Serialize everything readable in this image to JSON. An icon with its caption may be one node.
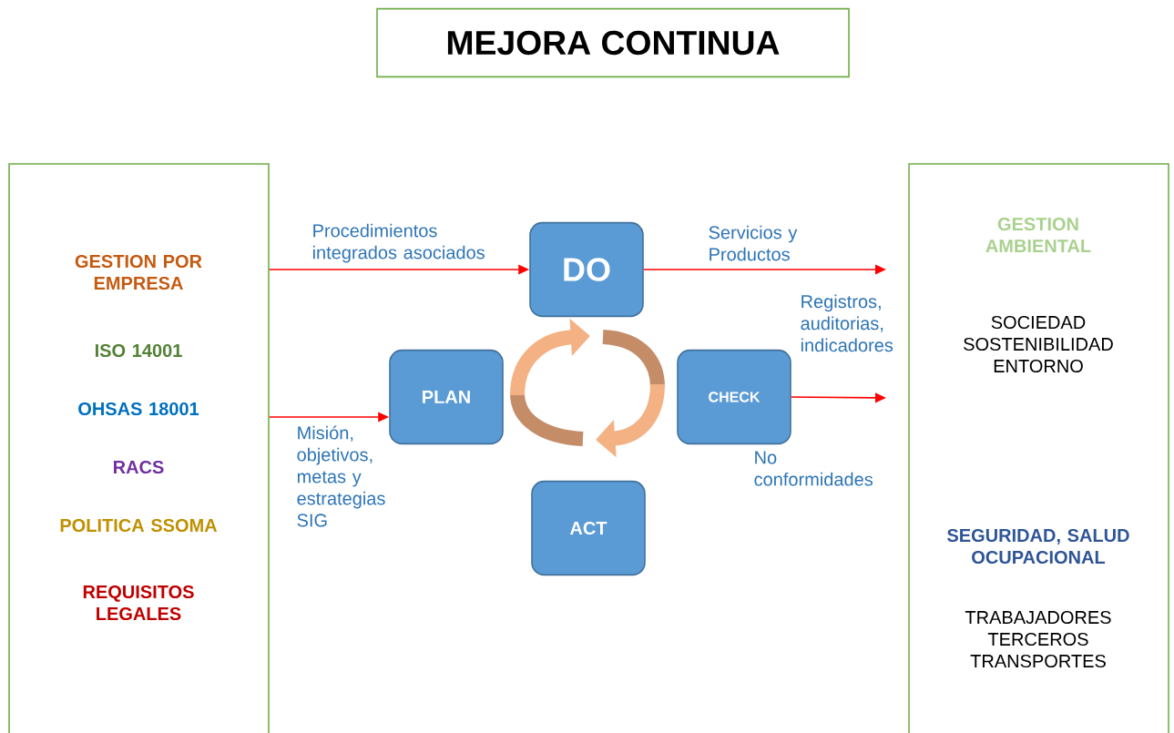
{
  "diagram": {
    "title": "MEJORA CONTINUA",
    "nodes": [
      {
        "text": [
          "GESTION POR EMPRESA",
          "ISO 14001",
          "OHSAS 18001",
          "RACS",
          "POLITICA SSOMA",
          "REQUISITOS LEGALES"
        ]
      },
      {
        "text": [
          "DO"
        ]
      },
      {
        "text": [
          "PLAN"
        ]
      },
      {
        "text": [
          "CHECK"
        ]
      },
      {
        "text": [
          "ACT"
        ]
      },
      {
        "text": [
          "GESTION AMBIENTAL",
          "SOCIEDAD SOSTENIBILIDAD ENTORNO",
          "SEGURIDAD, SALUD OCUPACIONAL",
          "TRABAJADORES TERCEROS TRANSPORTES"
        ]
      }
    ],
    "edges": [
      {
        "from": 0,
        "to": 1,
        "arrow": "to",
        "label": "Procedimientos integrados asociados"
      },
      {
        "from": 0,
        "to": 2,
        "arrow": "to",
        "label": "Misión, objetivos, metas y estrategias SIG"
      },
      {
        "from": 1,
        "to": null,
        "arrow": "to",
        "label": "Servicios y Productos"
      },
      {
        "from": 3,
        "to": null,
        "arrow": "to",
        "label": "No conformidades"
      }
    ],
    "labels": [
      "Registros, auditorias, indicadores"
    ]
  }
}
